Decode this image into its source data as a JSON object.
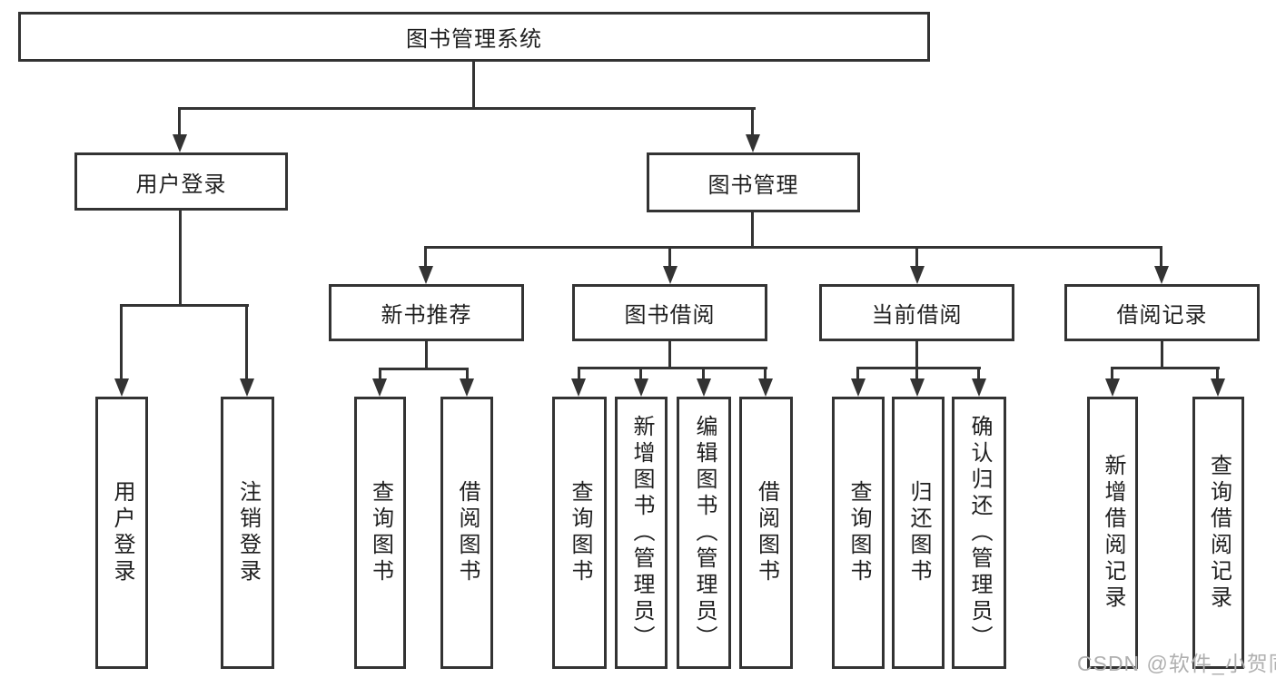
{
  "tree": {
    "label": "图书管理系统",
    "children": [
      {
        "label": "用户登录",
        "children": [
          {
            "label": "用户登录"
          },
          {
            "label": "注销登录"
          }
        ]
      },
      {
        "label": "图书管理",
        "children": [
          {
            "label": "新书推荐",
            "children": [
              {
                "label": "查询图书"
              },
              {
                "label": "借阅图书"
              }
            ]
          },
          {
            "label": "图书借阅",
            "children": [
              {
                "label": "查询图书"
              },
              {
                "label": "新增图书（管理员）"
              },
              {
                "label": "编辑图书（管理员）"
              },
              {
                "label": "借阅图书"
              }
            ]
          },
          {
            "label": "当前借阅",
            "children": [
              {
                "label": "查询图书"
              },
              {
                "label": "归还图书"
              },
              {
                "label": "确认归还（管理员）"
              }
            ]
          },
          {
            "label": "借阅记录",
            "children": [
              {
                "label": "新增借阅记录"
              },
              {
                "label": "查询借阅记录"
              }
            ]
          }
        ]
      }
    ]
  },
  "watermark": {
    "text": "CSDN @软件_小贺同学"
  },
  "colors": {
    "line": "#333333",
    "text": "#1f1f1f",
    "background": "#ffffff",
    "watermark": "#b0b0b0"
  }
}
